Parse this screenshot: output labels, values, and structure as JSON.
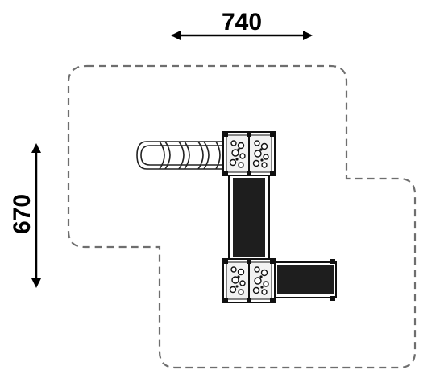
{
  "dimensions": {
    "width_label": "740",
    "height_label": "670"
  },
  "colors": {
    "ink": "#000000",
    "dash": "#6e6e6e",
    "deck": "#1e1e1e",
    "panel": "#f2f2f2"
  },
  "parts": {
    "upper_module": "twin-tower",
    "lower_module": "twin-tower",
    "connector": "bridge-deck",
    "exit": "slide",
    "climber": "arch-ladder"
  }
}
